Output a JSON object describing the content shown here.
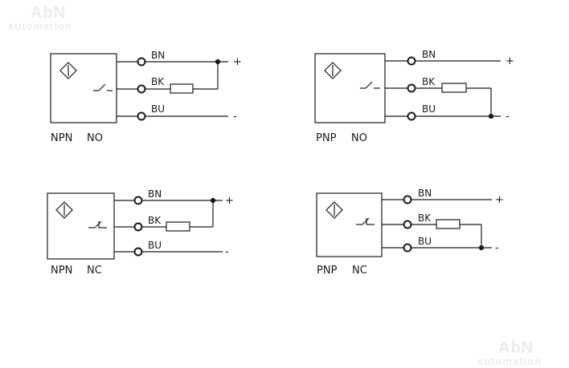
{
  "watermark": {
    "brand": "AbN",
    "subtitle": "automation"
  },
  "diagrams": [
    {
      "type": "NPN",
      "contact": "NO",
      "wires": {
        "brown": "BN",
        "black": "BK",
        "blue": "BU"
      },
      "polarity": {
        "positive": "+",
        "negative": "-"
      }
    },
    {
      "type": "PNP",
      "contact": "NO",
      "wires": {
        "brown": "BN",
        "black": "BK",
        "blue": "BU"
      },
      "polarity": {
        "positive": "+",
        "negative": "-"
      }
    },
    {
      "type": "NPN",
      "contact": "NC",
      "wires": {
        "brown": "BN",
        "black": "BK",
        "blue": "BU"
      },
      "polarity": {
        "positive": "+",
        "negative": "-"
      }
    },
    {
      "type": "PNP",
      "contact": "NC",
      "wires": {
        "brown": "BN",
        "black": "BK",
        "blue": "BU"
      },
      "polarity": {
        "positive": "+",
        "negative": "-"
      }
    }
  ],
  "colors": {
    "line": "#1a1a1a",
    "watermark": "#ececec"
  }
}
